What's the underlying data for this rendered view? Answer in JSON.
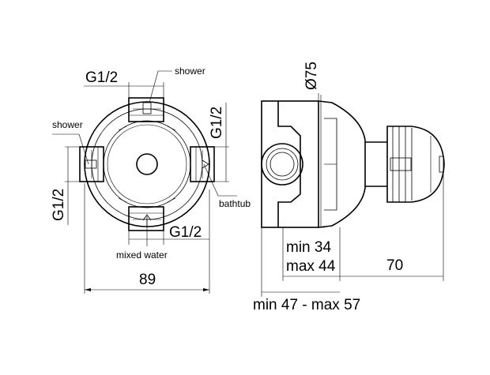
{
  "front_view": {
    "top_thread": "G1/2",
    "right_thread": "G1/2",
    "left_thread": "G1/2",
    "bottom_thread": "G1/2",
    "label_top": "shower",
    "label_left": "shower",
    "label_right": "bathtub",
    "label_bottom": "mixed water",
    "width_dim": "89"
  },
  "side_view": {
    "diameter": "Ø75",
    "min_depth": "min 34",
    "max_depth": "max 44",
    "handle_length": "70",
    "total_range": "min 47 - max 57"
  }
}
